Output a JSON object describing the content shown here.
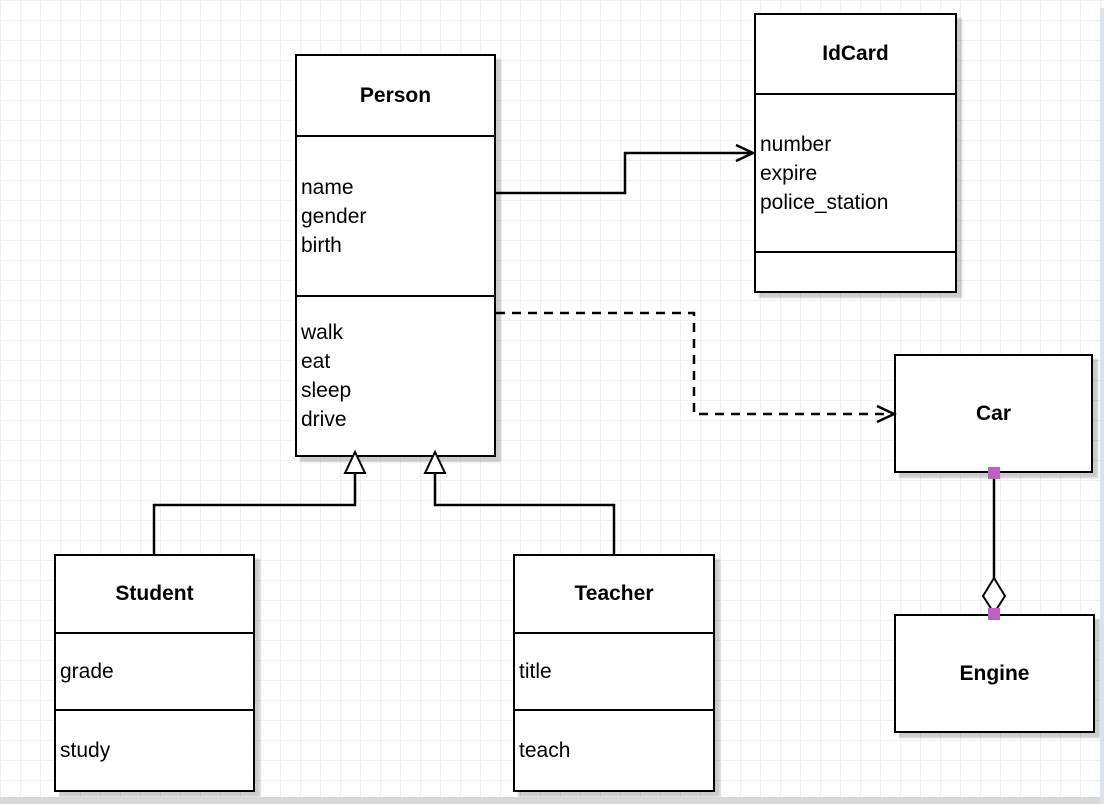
{
  "diagram": {
    "classes": [
      {
        "title": "Person",
        "attributes": [
          "name",
          "gender",
          "birth"
        ],
        "methods": [
          "walk",
          "eat",
          "sleep",
          "drive"
        ]
      },
      {
        "title": "IdCard",
        "attributes": [
          "number",
          "expire",
          "police_station"
        ],
        "methods": []
      },
      {
        "title": "Car",
        "attributes": [],
        "methods": []
      },
      {
        "title": "Engine",
        "attributes": [],
        "methods": []
      },
      {
        "title": "Student",
        "attributes": [
          "grade"
        ],
        "methods": [
          "study"
        ]
      },
      {
        "title": "Teacher",
        "attributes": [
          "title"
        ],
        "methods": [
          "teach"
        ]
      }
    ],
    "relations": [
      {
        "from": "Person",
        "to": "IdCard",
        "type": "association",
        "line": "solid",
        "arrow": "open"
      },
      {
        "from": "Person",
        "to": "Car",
        "type": "dependency",
        "line": "dashed",
        "arrow": "open"
      },
      {
        "from": "Student",
        "to": "Person",
        "type": "generalization",
        "line": "solid",
        "arrow": "hollow-triangle"
      },
      {
        "from": "Teacher",
        "to": "Person",
        "type": "generalization",
        "line": "solid",
        "arrow": "hollow-triangle"
      },
      {
        "from": "Car",
        "to": "Engine",
        "type": "aggregation",
        "line": "solid",
        "arrow": "hollow-diamond",
        "endpoint_marker": "fixed-connection-square"
      }
    ],
    "colors": {
      "stroke": "#000000",
      "shape_fill": "#ffffff",
      "grid": "#f0f0f3",
      "connection_point": "#b964be",
      "shadow": "rgba(0,0,0,0.2)",
      "page_edge": "#d3d9dc"
    }
  }
}
